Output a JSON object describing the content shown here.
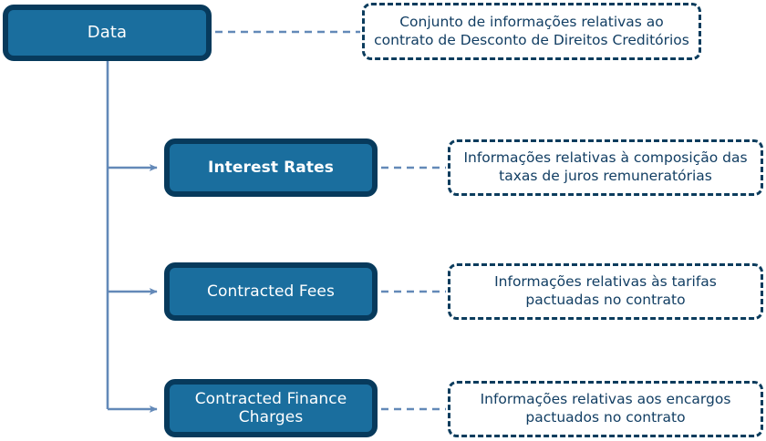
{
  "diagram": {
    "title": "Data",
    "root": {
      "label": "Data",
      "annotation": "Conjunto de informações relativas ao contrato de Desconto de Direitos Creditórios"
    },
    "children": [
      {
        "label": "Interest Rates",
        "annotation": "Informações relativas à composição das taxas de juros remuneratórias"
      },
      {
        "label": "Contracted Fees",
        "annotation": "Informações relativas às tarifas pactuadas no contrato"
      },
      {
        "label": "Contracted Finance Charges",
        "annotation": "Informações relativas aos encargos pactuados no contrato"
      }
    ],
    "colors": {
      "node_fill": "#1a6e9e",
      "node_border": "#073a5c",
      "node_text": "#ffffff",
      "annotation_border": "#0b3c5d",
      "annotation_text": "#123e63",
      "connector": "#6389b8",
      "background": "#ffffff"
    }
  }
}
